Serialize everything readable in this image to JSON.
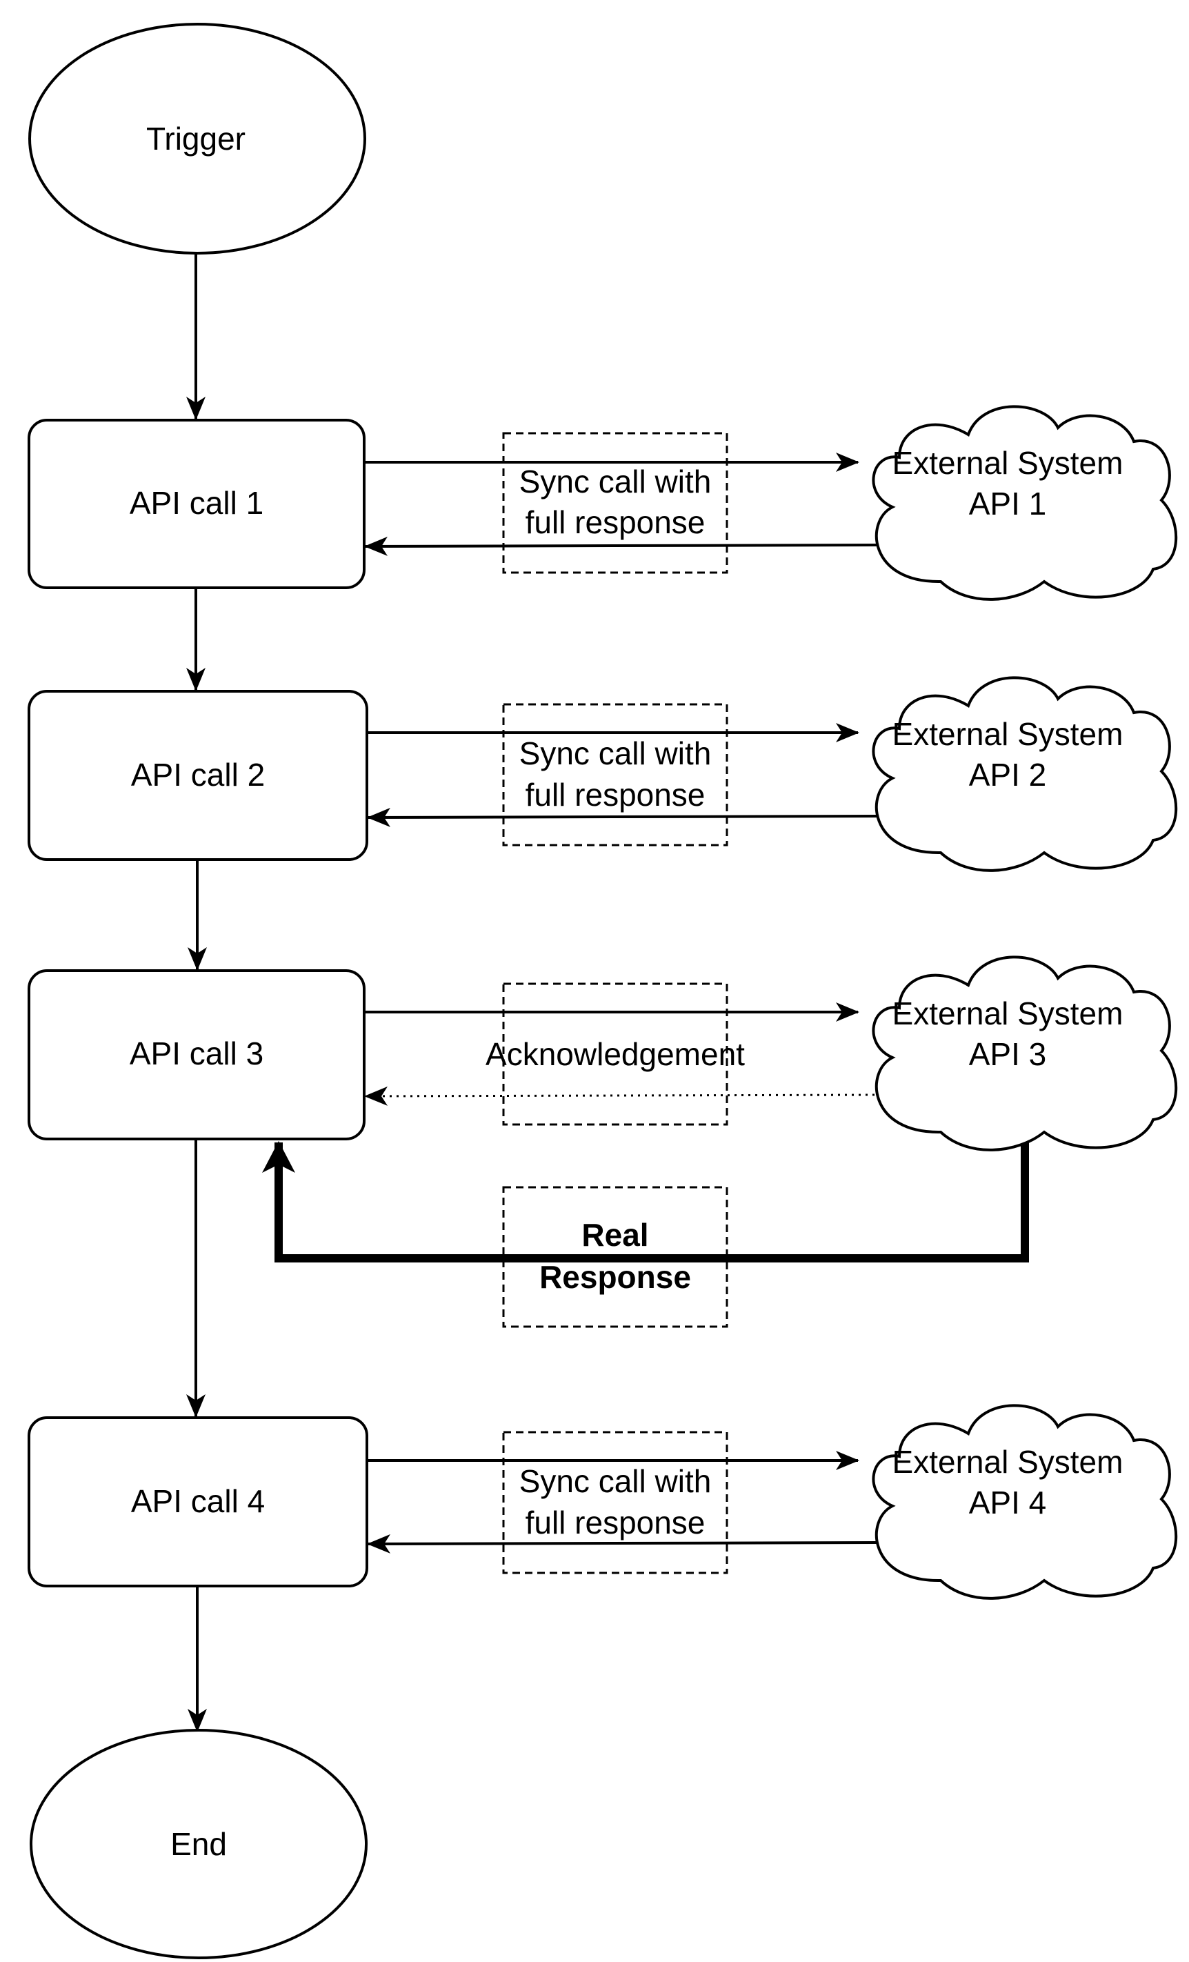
{
  "nodes": {
    "trigger": {
      "label": "Trigger"
    },
    "api_call_1": {
      "label": "API call 1"
    },
    "api_call_2": {
      "label": "API call 2"
    },
    "api_call_3": {
      "label": "API call 3"
    },
    "api_call_4": {
      "label": "API call 4"
    },
    "end": {
      "label": "End"
    },
    "external_1": {
      "line1": "External System",
      "line2": "API 1"
    },
    "external_2": {
      "line1": "External System",
      "line2": "API 2"
    },
    "external_3": {
      "line1": "External System",
      "line2": "API 3"
    },
    "external_4": {
      "line1": "External System",
      "line2": "API 4"
    }
  },
  "edge_labels": {
    "sync_1": {
      "line1": "Sync call with",
      "line2": "full response"
    },
    "sync_2": {
      "line1": "Sync call with",
      "line2": "full response"
    },
    "ack_3": {
      "line1": "Acknowledgement"
    },
    "real_response": {
      "line1": "Real",
      "line2": "Response"
    },
    "sync_4": {
      "line1": "Sync call with",
      "line2": "full response"
    }
  },
  "colors": {
    "stroke": "#000000",
    "background": "#ffffff"
  }
}
